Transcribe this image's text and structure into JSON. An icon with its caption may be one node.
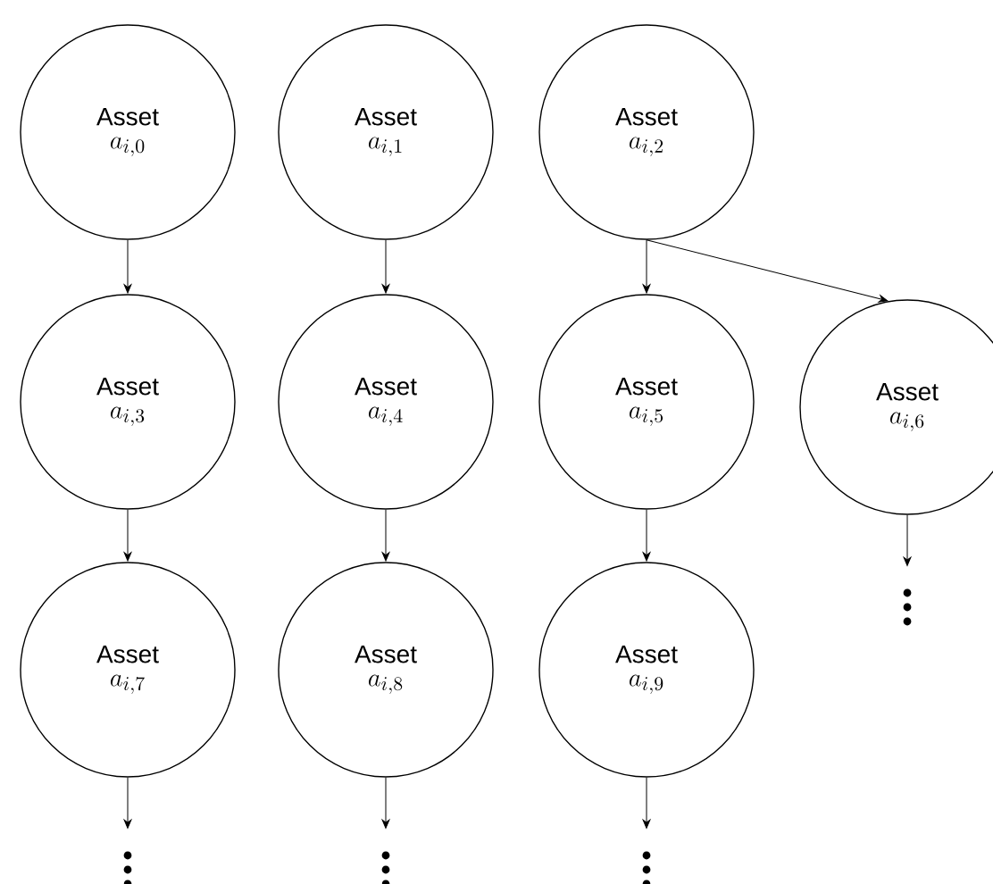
{
  "diagram": {
    "nodes": [
      {
        "text": [
          "Asset",
          "a_{i,0}"
        ]
      },
      {
        "text": [
          "Asset",
          "a_{i,1}"
        ]
      },
      {
        "text": [
          "Asset",
          "a_{i,2}"
        ]
      },
      {
        "text": [
          "Asset",
          "a_{i,3}"
        ]
      },
      {
        "text": [
          "Asset",
          "a_{i,4}"
        ]
      },
      {
        "text": [
          "Asset",
          "a_{i,5}"
        ]
      },
      {
        "text": [
          "Asset",
          "a_{i,6}"
        ]
      },
      {
        "text": [
          "Asset",
          "a_{i,7}"
        ]
      },
      {
        "text": [
          "Asset",
          "a_{i,8}"
        ]
      },
      {
        "text": [
          "Asset",
          "a_{i,9}"
        ]
      }
    ],
    "edges": [
      {
        "from": 0,
        "to": 3,
        "arrow": "to"
      },
      {
        "from": 1,
        "to": 4,
        "arrow": "to"
      },
      {
        "from": 2,
        "to": 5,
        "arrow": "to"
      },
      {
        "from": 2,
        "to": 6,
        "arrow": "to"
      },
      {
        "from": 6,
        "to": null,
        "arrow": "to"
      },
      {
        "from": 3,
        "to": 7,
        "arrow": "to"
      },
      {
        "from": 4,
        "to": 8,
        "arrow": "to"
      },
      {
        "from": 5,
        "to": 9,
        "arrow": "to"
      },
      {
        "from": 7,
        "to": null,
        "arrow": "to"
      },
      {
        "from": 8,
        "to": null,
        "arrow": "to"
      },
      {
        "from": 9,
        "to": null,
        "arrow": "to"
      }
    ]
  }
}
